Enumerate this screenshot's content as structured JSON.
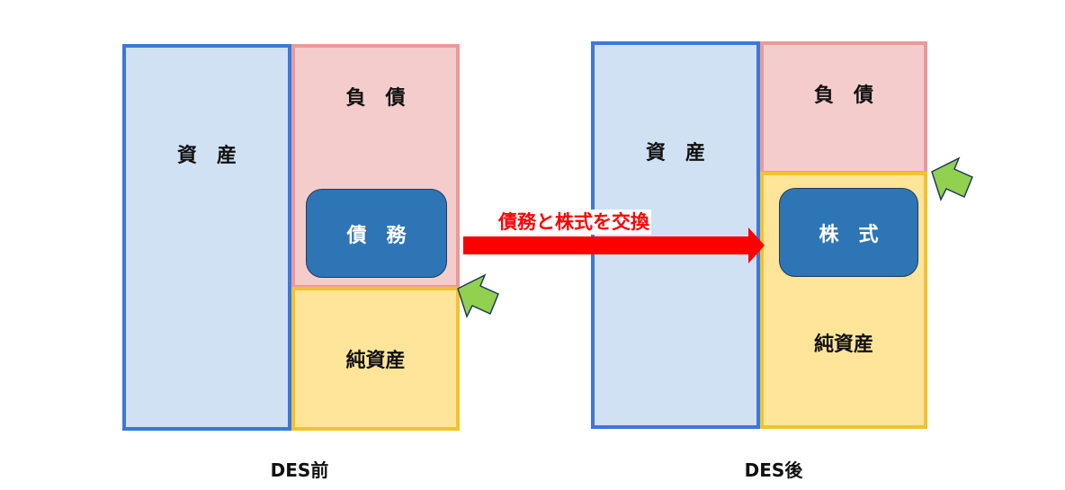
{
  "before": {
    "asset": "資　産",
    "liability": "負　債",
    "debt": "債　務",
    "equity": "純資産",
    "caption": "DES前"
  },
  "after": {
    "asset": "資　産",
    "liability": "負　債",
    "stock": "株　式",
    "equity": "純資産",
    "caption": "DES後"
  },
  "arrow_label": "債務と株式を交換",
  "colors": {
    "asset": "#cfe1f2",
    "liability": "#f4cccc",
    "equity": "#ffe599",
    "inner": "#2e75b6",
    "arrow": "#ff0000",
    "pointer": "#92d050"
  }
}
